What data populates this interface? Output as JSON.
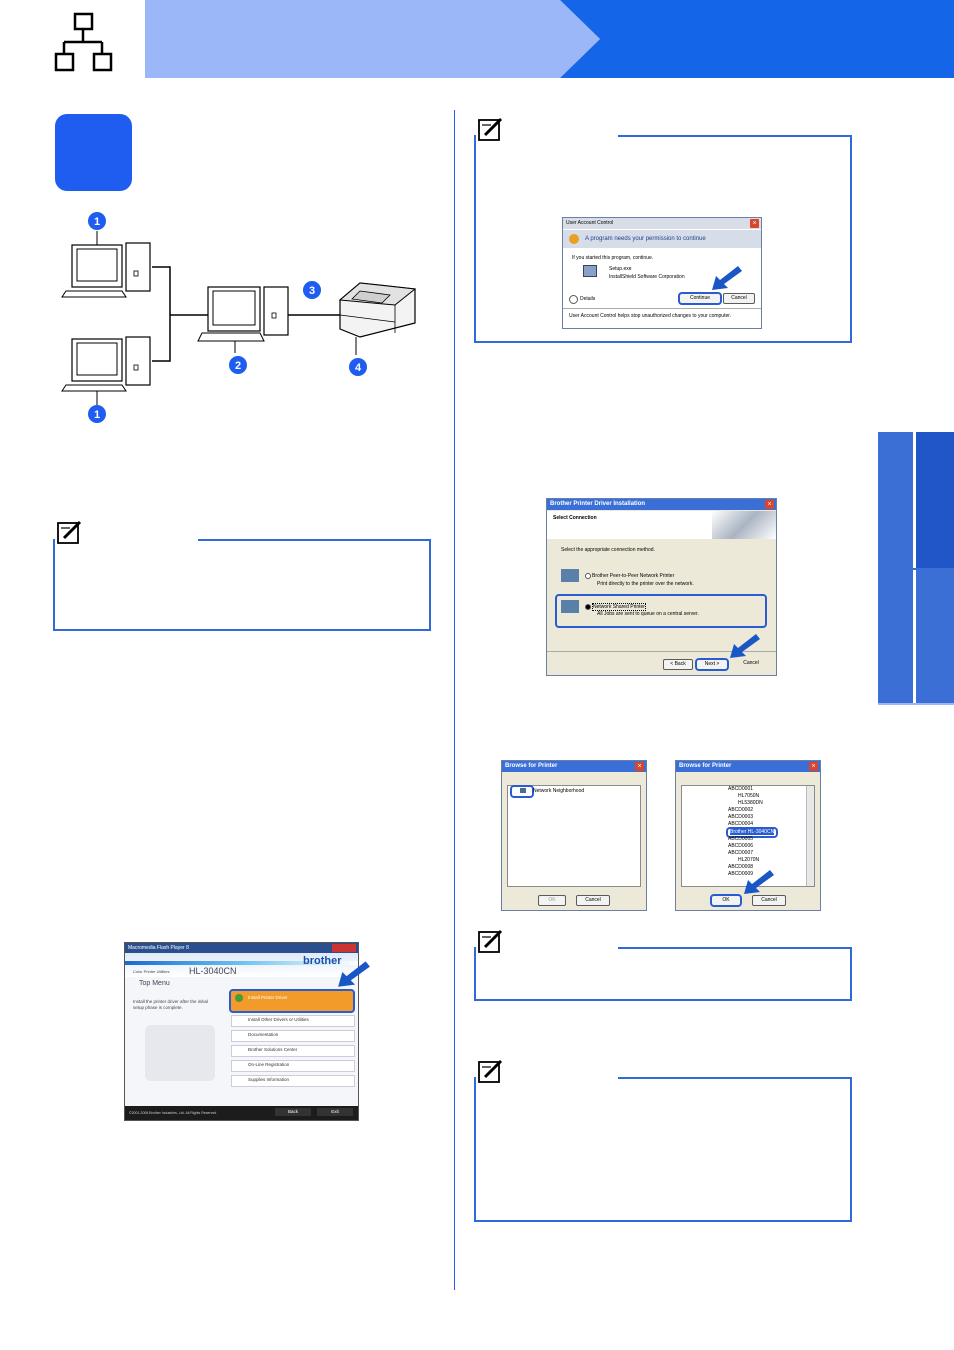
{
  "uac": {
    "title": "User Account Control",
    "heading": "A program needs your permission to continue",
    "line": "If you started this program, continue.",
    "program": "Setup.exe",
    "publisher": "InstallShield Software Corporation",
    "continue": "Continue",
    "cancel": "Cancel",
    "details": "Details",
    "footer": "User Account Control helps stop unauthorized changes to your computer."
  },
  "install": {
    "title": "Brother Printer Driver Installation",
    "section": "Select Connection",
    "prompt": "Select the appropriate connection method.",
    "opt1": "Brother Peer-to-Peer Network Printer",
    "opt1_desc": "Print directly to the printer over the network.",
    "opt2": "Network Shared Printer",
    "opt2_desc": "All Jobs are sent to queue on a central server.",
    "back": "< Back",
    "next": "Next >",
    "cancel": "Cancel"
  },
  "browse1": {
    "title": "Browse for Printer",
    "item": "Network Neighborhood",
    "ok": "OK",
    "cancel": "Cancel"
  },
  "browse2": {
    "title": "Browse for Printer",
    "items": [
      "ABCD0001",
      "HL7050N",
      "HL5380DN",
      "ABCD0002",
      "ABCD0003",
      "ABCD0004",
      "Brother HL-3040CN",
      "ABCD0005",
      "ABCD0006",
      "ABCD0007",
      "HL2070N",
      "ABCD0008",
      "ABCD0009"
    ],
    "ok": "OK",
    "cancel": "Cancel"
  },
  "flash": {
    "title": "Macromedia Flash Player 8",
    "brand": "brother",
    "product_prefix": "Color Printer Utilities",
    "model": "HL-3040CN",
    "menu_title": "Top Menu",
    "desc": "Install the printer driver after the initial setup phase is complete.",
    "items": [
      "Install Printer Driver",
      "Install Other Drivers or Utilities",
      "Documentation",
      "Brother Solutions Center",
      "On-Line Registration",
      "Supplies Information"
    ],
    "copyright": "©2001-2008 Brother Industries, Ltd. All Rights Reserved.",
    "back": "Back",
    "exit": "Exit"
  },
  "diagram": {
    "labels": [
      "1",
      "2",
      "3",
      "4",
      "1"
    ]
  },
  "colors": {
    "accent": "#1f5cf0",
    "header_light": "#9bb7f7",
    "header_dark": "#1565e8"
  }
}
